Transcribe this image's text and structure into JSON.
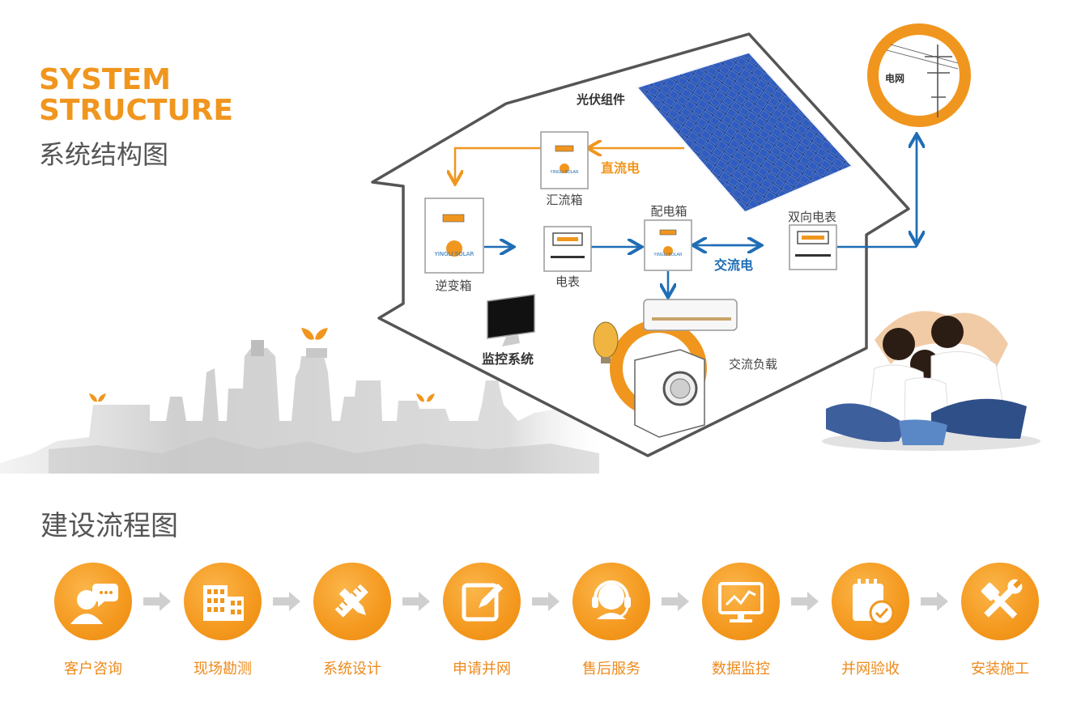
{
  "header": {
    "title_en_line1": "SYSTEM",
    "title_en_line2": "STRUCTURE",
    "title_cn": "系统结构图"
  },
  "diagram": {
    "pv_modules": "光伏组件",
    "dc_label": "直流电",
    "combiner_box": "汇流箱",
    "inverter": "逆变箱",
    "meter": "电表",
    "distribution_box": "配电箱",
    "bidirectional_meter": "双向电表",
    "ac_label": "交流电",
    "grid": "电网",
    "monitoring_system": "监控系统",
    "ac_load": "交流负载",
    "brand_text": "YINGLI SOLAR"
  },
  "flow": {
    "title": "建设流程图",
    "steps": [
      {
        "label": "客户咨询",
        "icon": "consult-person-icon"
      },
      {
        "label": "现场勘测",
        "icon": "buildings-icon"
      },
      {
        "label": "系统设计",
        "icon": "pencil-ruler-icon"
      },
      {
        "label": "申请并网",
        "icon": "edit-form-icon"
      },
      {
        "label": "售后服务",
        "icon": "headset-service-icon"
      },
      {
        "label": "数据监控",
        "icon": "monitor-chart-icon"
      },
      {
        "label": "并网验收",
        "icon": "clipboard-check-icon"
      },
      {
        "label": "安装施工",
        "icon": "tools-icon"
      }
    ]
  },
  "colors": {
    "accent_orange": "#f0961e",
    "flow_blue": "#1f6db5",
    "house_outline": "#555555"
  }
}
